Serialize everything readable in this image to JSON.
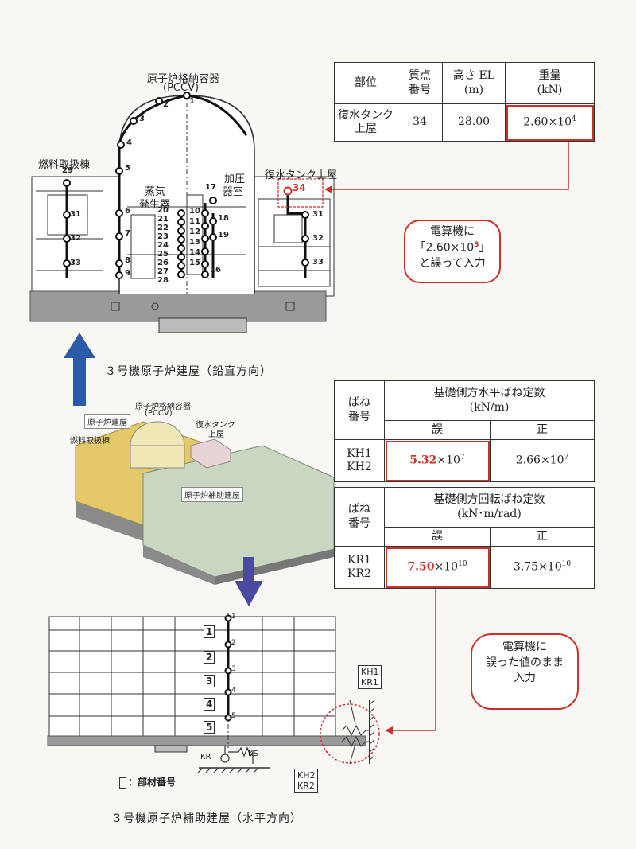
{
  "vertical_model": {
    "caption": "３号機原子炉建屋（鉛直方向）",
    "pccv_label_line1": "原子炉格納容器",
    "pccv_label_line2": "(PCCV)",
    "fuel_building": "燃料取扱棟",
    "steam_generator_line1": "蒸気",
    "steam_generator_line2": "発生器",
    "pressurizer_line1": "加圧",
    "pressurizer_line2": "器室",
    "condensate_tank_roof": "復水タンク上屋",
    "highlight_node": "34",
    "node_labels": [
      "1",
      "2",
      "3",
      "4",
      "5",
      "6",
      "7",
      "8",
      "9",
      "10",
      "11",
      "12",
      "13",
      "14",
      "15",
      "16",
      "17",
      "18",
      "19",
      "20",
      "21",
      "22",
      "23",
      "24",
      "25",
      "26",
      "27",
      "28",
      "29",
      "31",
      "32",
      "33",
      "31",
      "32",
      "33"
    ]
  },
  "mass_table": {
    "headers": [
      "部位",
      "質点\n番号",
      "高さ EL\n(m)",
      "重量\n(kN)"
    ],
    "row": {
      "part": "復水タンク\n上屋",
      "node": "34",
      "height": "28.00",
      "weight_mantissa": "2.60×10",
      "weight_exp": "4"
    }
  },
  "callout1": {
    "line1": "電算機に",
    "line2_pre": "「2.60×10",
    "line2_exp": "3",
    "line2_post": "」",
    "line3": "と誤って入力"
  },
  "iso_view": {
    "pccv_line1": "原子炉格納容器",
    "pccv_line2": "(PCCV)",
    "reactor_building": "原子炉建屋",
    "fuel_building": "燃料取扱棟",
    "condensate_tank_line1": "復水タンク",
    "condensate_tank_line2": "上屋",
    "aux_building": "原子炉補助建屋"
  },
  "spring_table_h": {
    "col1_header": "ばね\n番号",
    "title": "基礎側方水平ばね定数\n(kN/m)",
    "wrong": "誤",
    "right": "正",
    "ids": "KH1\nKH2",
    "wrong_mantissa": "5.32",
    "wrong_suffix": "×10",
    "wrong_exp": "7",
    "right_value": "2.66×10",
    "right_exp": "7"
  },
  "spring_table_r": {
    "col1_header": "ばね\n番号",
    "title": "基礎側方回転ばね定数\n(kN･m/rad)",
    "wrong": "誤",
    "right": "正",
    "ids": "KR1\nKR2",
    "wrong_mantissa": "7.50",
    "wrong_suffix": "×10",
    "wrong_exp": "10",
    "right_value": "3.75×10",
    "right_exp": "10"
  },
  "callout2": {
    "line1": "電算機に",
    "line2": "誤った値のまま",
    "line3": "入力"
  },
  "horizontal_model": {
    "caption": "３号機原子炉補助建屋（水平方向）",
    "member_legend": "：部材番号",
    "node_labels": [
      "1",
      "2",
      "3",
      "4",
      "5"
    ],
    "member_labels": [
      "1",
      "2",
      "3",
      "4",
      "5"
    ],
    "kr_label": "KR",
    "ks_label": "KS",
    "kh1": "KH1",
    "kr1": "KR1",
    "kh2": "KH2",
    "kr2": "KR2"
  },
  "colors": {
    "accent_red": "#c8322e",
    "arrow_blue": "#2a5aa8",
    "arrow_indigo": "#4a4aa0",
    "fuel_yellow": "#e4c86a",
    "aux_green": "#c9d7c2",
    "tank_pink": "#e8d4d4"
  }
}
